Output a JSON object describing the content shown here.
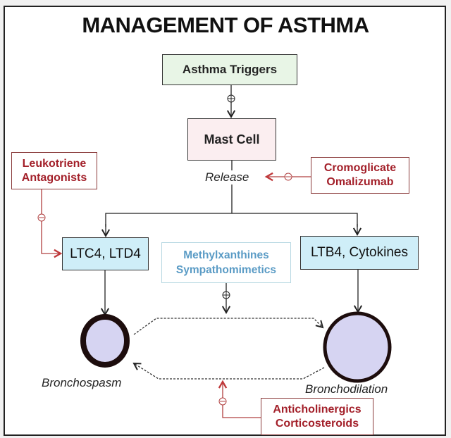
{
  "title": "MANAGEMENT OF ASTHMA",
  "nodes": {
    "triggers": "Asthma Triggers",
    "mast_cell": "Mast Cell",
    "release": "Release",
    "leukotriene": [
      "Leukotriene",
      "Antagonists"
    ],
    "cromoglicate": [
      "Cromoglicate",
      "Omalizumab"
    ],
    "ltc": "LTC4, LTD4",
    "ltb": "LTB4, Cytokines",
    "methyl": [
      "Methylxanthines",
      "Sympathomimetics"
    ],
    "bronchospasm": "Bronchospasm",
    "bronchodilation": "Bronchodilation",
    "anticholinergics": [
      "Anticholinergics",
      "Corticosteroids"
    ]
  },
  "symbols": {
    "stimulate": "⊕",
    "inhibit": "⊖"
  },
  "colors": {
    "inhibitor": "#a3202a",
    "mediator_fill": "#cfeef8",
    "stimulator_text": "#5a9bc5",
    "airway_fill": "#d6d4f2"
  }
}
